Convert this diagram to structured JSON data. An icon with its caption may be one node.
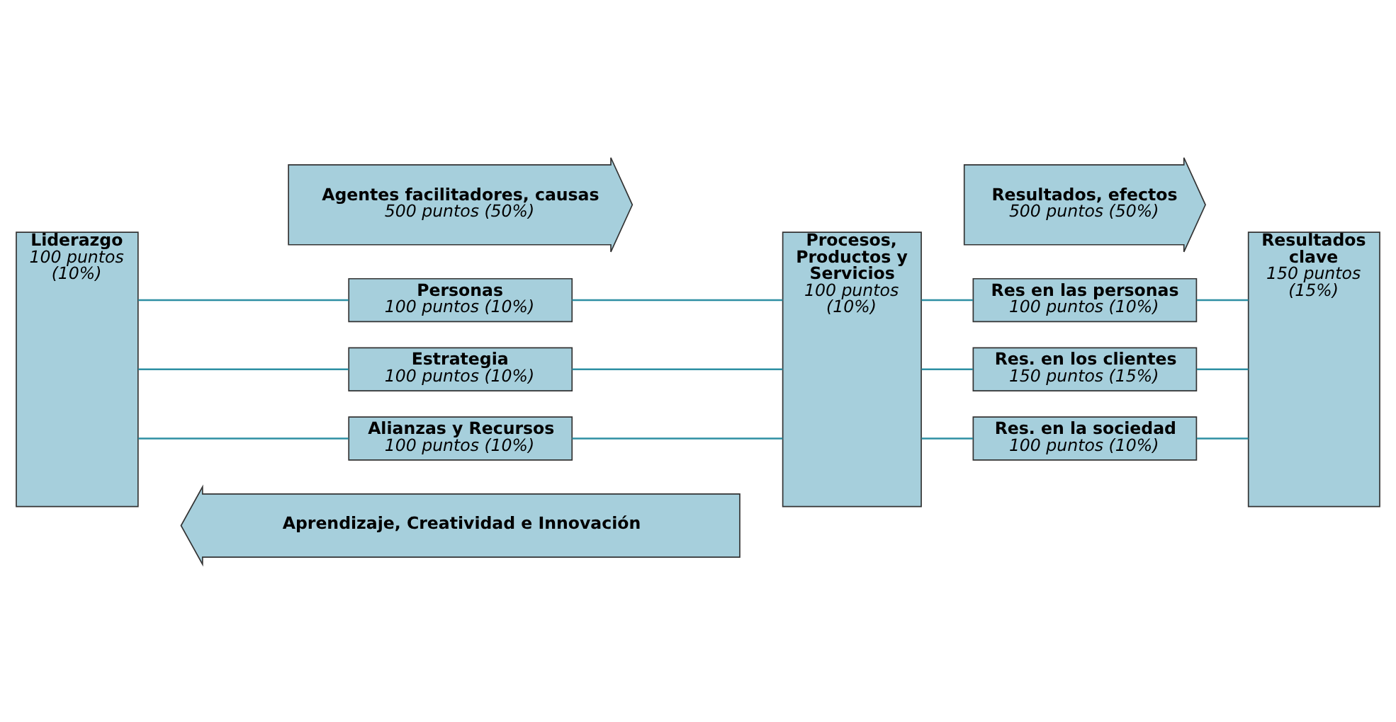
{
  "diagram": {
    "nodes": [
      {
        "text": [
          "Agentes facilitadores, causas",
          "500 puntos (50%)"
        ]
      },
      {
        "text": [
          "Resultados, efectos",
          "500 puntos (50%)"
        ]
      },
      {
        "text": [
          "Liderazgo",
          "100 puntos (10%)"
        ]
      },
      {
        "text": [
          "Personas",
          "100 puntos (10%)"
        ]
      },
      {
        "text": [
          "Estrategia",
          "100 puntos (10%)"
        ]
      },
      {
        "text": [
          "Alianzas y Recursos",
          "100 puntos (10%)"
        ]
      },
      {
        "text": [
          "Procesos, Productos y Servicios",
          "100 puntos (10%)"
        ]
      },
      {
        "text": [
          "Res en las personas",
          "100 puntos (10%)"
        ]
      },
      {
        "text": [
          "Res. en los clientes",
          "150 puntos (15%)"
        ]
      },
      {
        "text": [
          "Res. en la sociedad",
          "100 puntos (10%)"
        ]
      },
      {
        "text": [
          "Resultados clave",
          "150 puntos (15%)"
        ]
      },
      {
        "text": [
          "Aprendizaje, Creatividad e Innovación"
        ]
      }
    ],
    "edges": [
      {
        "from": 2,
        "to": 3,
        "arrow": "none"
      },
      {
        "from": 2,
        "to": 4,
        "arrow": "none"
      },
      {
        "from": 2,
        "to": 5,
        "arrow": "none"
      },
      {
        "from": 3,
        "to": 6,
        "arrow": "none"
      },
      {
        "from": 4,
        "to": 6,
        "arrow": "none"
      },
      {
        "from": 5,
        "to": 6,
        "arrow": "none"
      },
      {
        "from": 6,
        "to": 7,
        "arrow": "none"
      },
      {
        "from": 6,
        "to": 8,
        "arrow": "none"
      },
      {
        "from": 6,
        "to": 9,
        "arrow": "none"
      },
      {
        "from": 7,
        "to": 10,
        "arrow": "none"
      },
      {
        "from": 8,
        "to": 10,
        "arrow": "none"
      },
      {
        "from": 9,
        "to": 10,
        "arrow": "none"
      }
    ]
  }
}
